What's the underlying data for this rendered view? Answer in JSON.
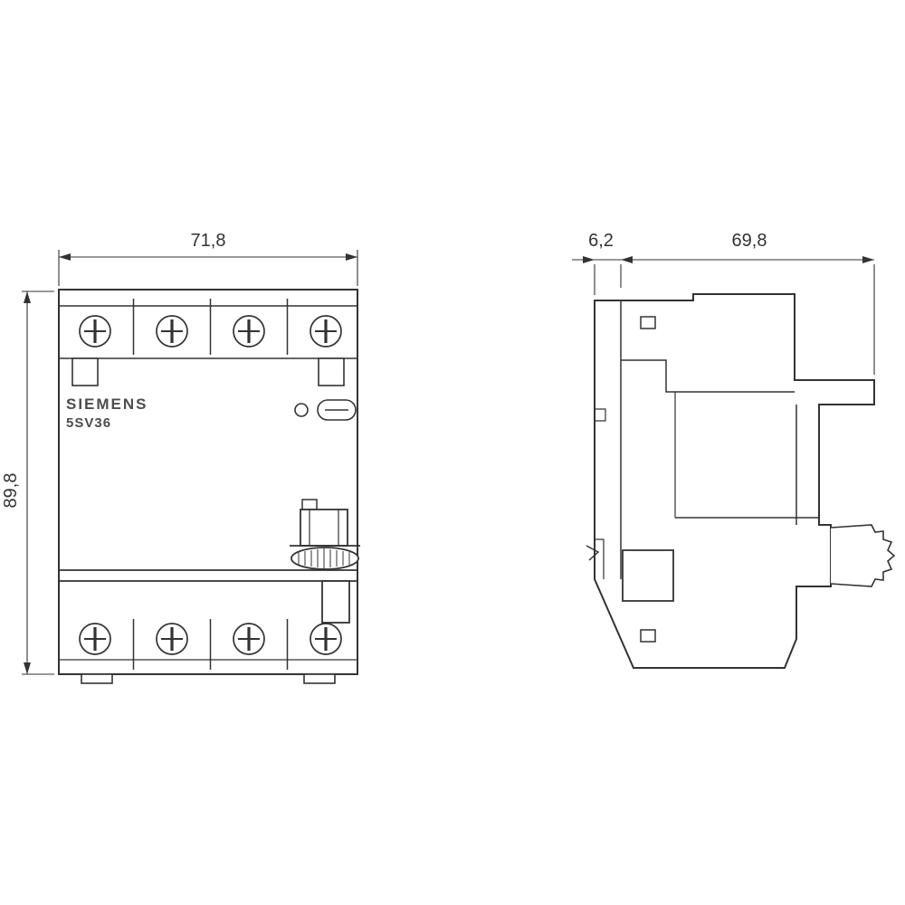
{
  "drawing": {
    "type": "technical-dimension-drawing",
    "front_view": {
      "brand_label": "SIEMENS",
      "model_label": "5SV36",
      "width_label": "71,8",
      "height_label": "89,8"
    },
    "side_view": {
      "front_depth_label": "6,2",
      "depth_label": "69,8"
    },
    "colors": {
      "line": "#333333",
      "brand_text": "#4d4d4d",
      "dimension_text": "#333333",
      "background": "#ffffff"
    }
  }
}
